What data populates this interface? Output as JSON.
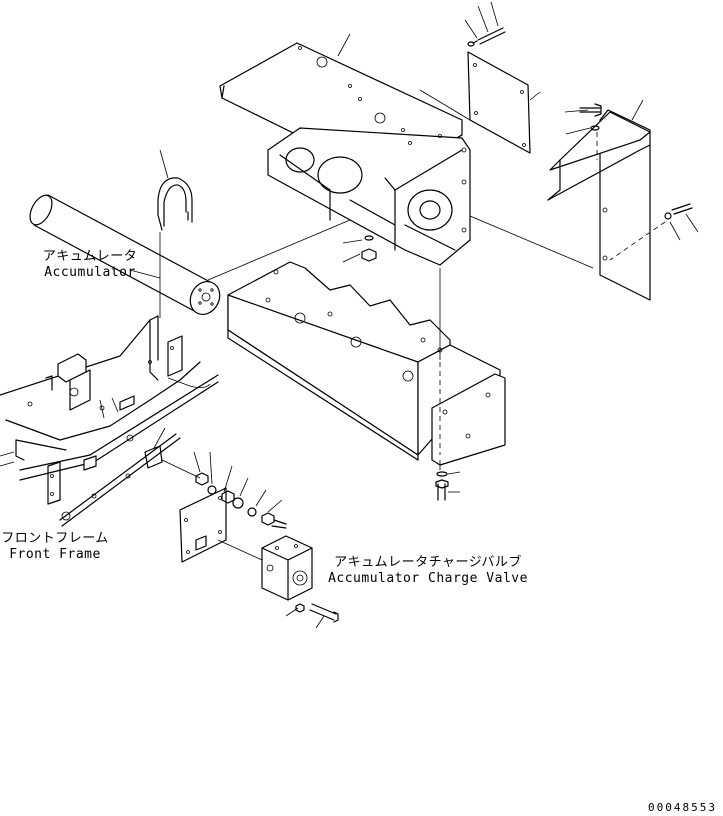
{
  "labels": {
    "accumulator": {
      "jp": "アキュムレータ",
      "en": "Accumulator"
    },
    "front_frame": {
      "jp": "フロントフレーム",
      "en": "Front Frame"
    },
    "charge_valve": {
      "jp": "アキュムレータチャージバルブ",
      "en": "Accumulator Charge Valve"
    }
  },
  "document_id": "00048553"
}
